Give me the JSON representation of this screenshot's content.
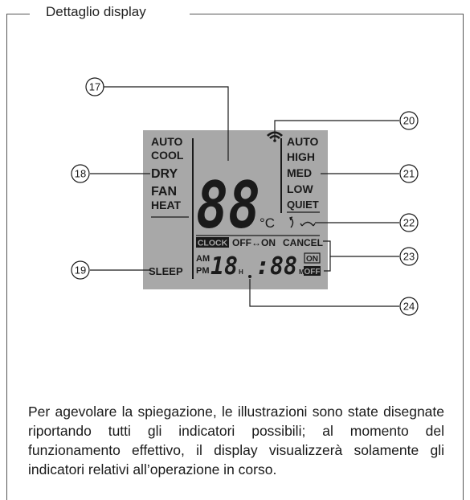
{
  "section": {
    "title": "Dettaglio display"
  },
  "display": {
    "mode_labels": [
      "AUTO",
      "COOL",
      "DRY",
      "FAN",
      "HEAT"
    ],
    "sleep_label": "SLEEP",
    "temperature_digits": "88",
    "temperature_unit": "°C",
    "fan_labels": [
      "AUTO",
      "HIGH",
      "MED",
      "LOW",
      "QUIET"
    ],
    "timer": {
      "clock_label": "CLOCK",
      "off_on_label": "OFF↔ON",
      "cancel_label": "CANCEL",
      "am_label": "AM",
      "pm_label": "PM",
      "hour_digits": "18",
      "hour_unit": "H",
      "colon": ":",
      "minute_digits": "88",
      "minute_unit": "M",
      "on_label": "ON",
      "off_label": "OFF"
    }
  },
  "callouts": {
    "c17": "17",
    "c18": "18",
    "c19": "19",
    "c20": "20",
    "c21": "21",
    "c22": "22",
    "c23": "23",
    "c24": "24"
  },
  "note": "Per agevolare la spiegazione, le illustrazioni sono state disegnate riportando tutti gli indicatori possibili; al momento del funzionamento effettivo, il display visualizzerà solamente gli indicatori relativi all’operazione in corso.",
  "colors": {
    "lcd_background": "#a8a8a8",
    "segment": "#1a1a1a",
    "frame": "#555555"
  }
}
